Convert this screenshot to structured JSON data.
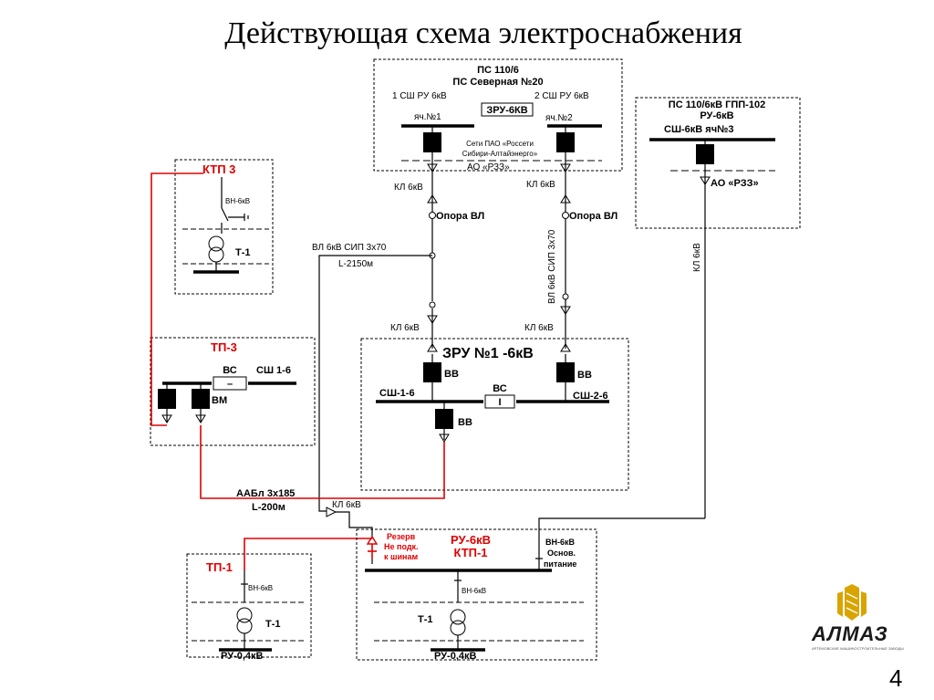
{
  "title": "Действующая схема электроснабжения",
  "page_number": "4",
  "logo": {
    "text": "АЛМАЗ",
    "subtext": "АРТЕМОВСКИЕ МАШИНОСТРОИТЕЛЬНЫЕ ЗАВОДЫ"
  },
  "ps_north": {
    "line1": "ПС 110/6",
    "line2": "ПС Северная №20",
    "bus1": "1 СШ РУ 6кВ",
    "bus2": "2 СШ РУ 6кВ",
    "zru": "ЗРУ-6КВ",
    "cell1": "яч.№1",
    "cell2": "яч.№2",
    "owner1": "Сети ПАО «Россети",
    "owner2": "Сибири-Алтайэнерго»",
    "rza": "АО «РЗЗ»"
  },
  "ps_gpp": {
    "line1": "ПС 110/6кВ ГПП-102",
    "line2": "РУ-6кВ",
    "cell": "СШ-6кВ яч№3",
    "rza": "АО «РЗЗ»",
    "cable": "КЛ 6кВ"
  },
  "left_feed": {
    "kl1": "КЛ 6кВ",
    "pole1": "Опора ВЛ",
    "ol1": "ВЛ 6кВ СИП 3х70",
    "ol1_len": "L-2150м",
    "kl3": "КЛ 6кВ"
  },
  "right_feed": {
    "kl2": "КЛ 6кВ",
    "pole2": "Опора ВЛ",
    "ol2": "ВЛ 6кВ СИП 3х70",
    "kl4": "КЛ 6кВ"
  },
  "ktp3": {
    "title": "КТП 3",
    "vn": "ВН-6кВ",
    "t": "Т-1"
  },
  "tp3": {
    "title": "ТП-3",
    "vs": "ВС",
    "vs_sym": "–",
    "bus": "СШ 1-6",
    "vm": "ВМ"
  },
  "zru1": {
    "title": "ЗРУ №1 -6кВ",
    "vv1": "ВВ",
    "vv2": "ВВ",
    "vv3": "ВВ",
    "bus1": "СШ-1-6",
    "bus2": "СШ-2-6",
    "vs": "ВС",
    "vs_sym": "I"
  },
  "cable_aabl": {
    "spec": "ААБл 3х185",
    "len": "L-200м",
    "kl": "КЛ 6кВ"
  },
  "tp1": {
    "title": "ТП-1",
    "vn": "ВН-6кВ",
    "t": "Т-1",
    "ru": "РУ-0,4кВ"
  },
  "ktp1": {
    "title1": "РУ-6кВ",
    "title2": "КТП-1",
    "reserve1": "Резерв",
    "reserve2": "Не подк.",
    "reserve3": "к шинам",
    "vn_main1": "ВН-6кВ",
    "vn_main2": "Основ.",
    "vn_main3": "питание",
    "vn": "ВН-6кВ",
    "t": "Т-1",
    "ru": "РУ-0,4кВ"
  }
}
